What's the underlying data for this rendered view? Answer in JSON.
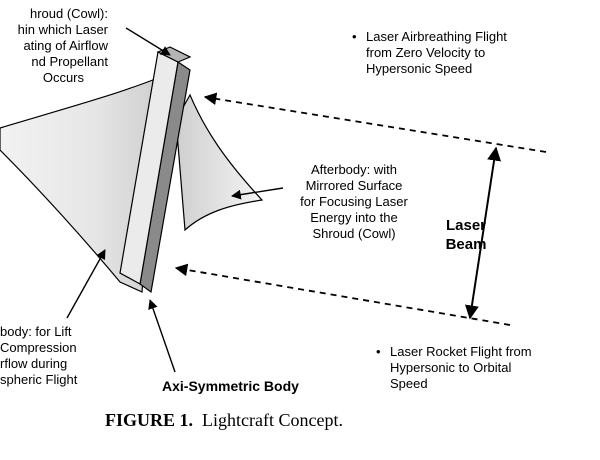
{
  "labels": {
    "shroud": [
      "hroud (Cowl):",
      "hin which Laser",
      "ating of Airflow",
      "nd Propellant",
      "Occurs"
    ],
    "afterbody": [
      "Afterbody:  with",
      "Mirrored Surface",
      "for Focusing Laser",
      "Energy into the",
      "Shroud (Cowl)"
    ],
    "forebody": [
      "body: for Lift",
      "Compression",
      "rflow during",
      "spheric Flight"
    ],
    "laser_beam": [
      "Laser",
      "Beam"
    ],
    "axi_body": "Axi-Symmetric Body"
  },
  "bullets": [
    {
      "marker": "•",
      "lines": [
        "Laser Airbreathing Flight",
        "from Zero Velocity to",
        "Hypersonic Speed"
      ]
    },
    {
      "marker": "•",
      "lines": [
        "Laser Rocket Flight from",
        "Hypersonic to Orbital",
        "Speed"
      ]
    }
  ],
  "caption": {
    "label": "FIGURE 1.",
    "text": "Lightcraft Concept."
  },
  "colors": {
    "shroud_front": "#ececec",
    "shroud_top": "#b5b5b5",
    "shroud_side": "#7a7a7a",
    "afterbody": "#d6d6d6",
    "forebody": "#e9e9e9"
  }
}
